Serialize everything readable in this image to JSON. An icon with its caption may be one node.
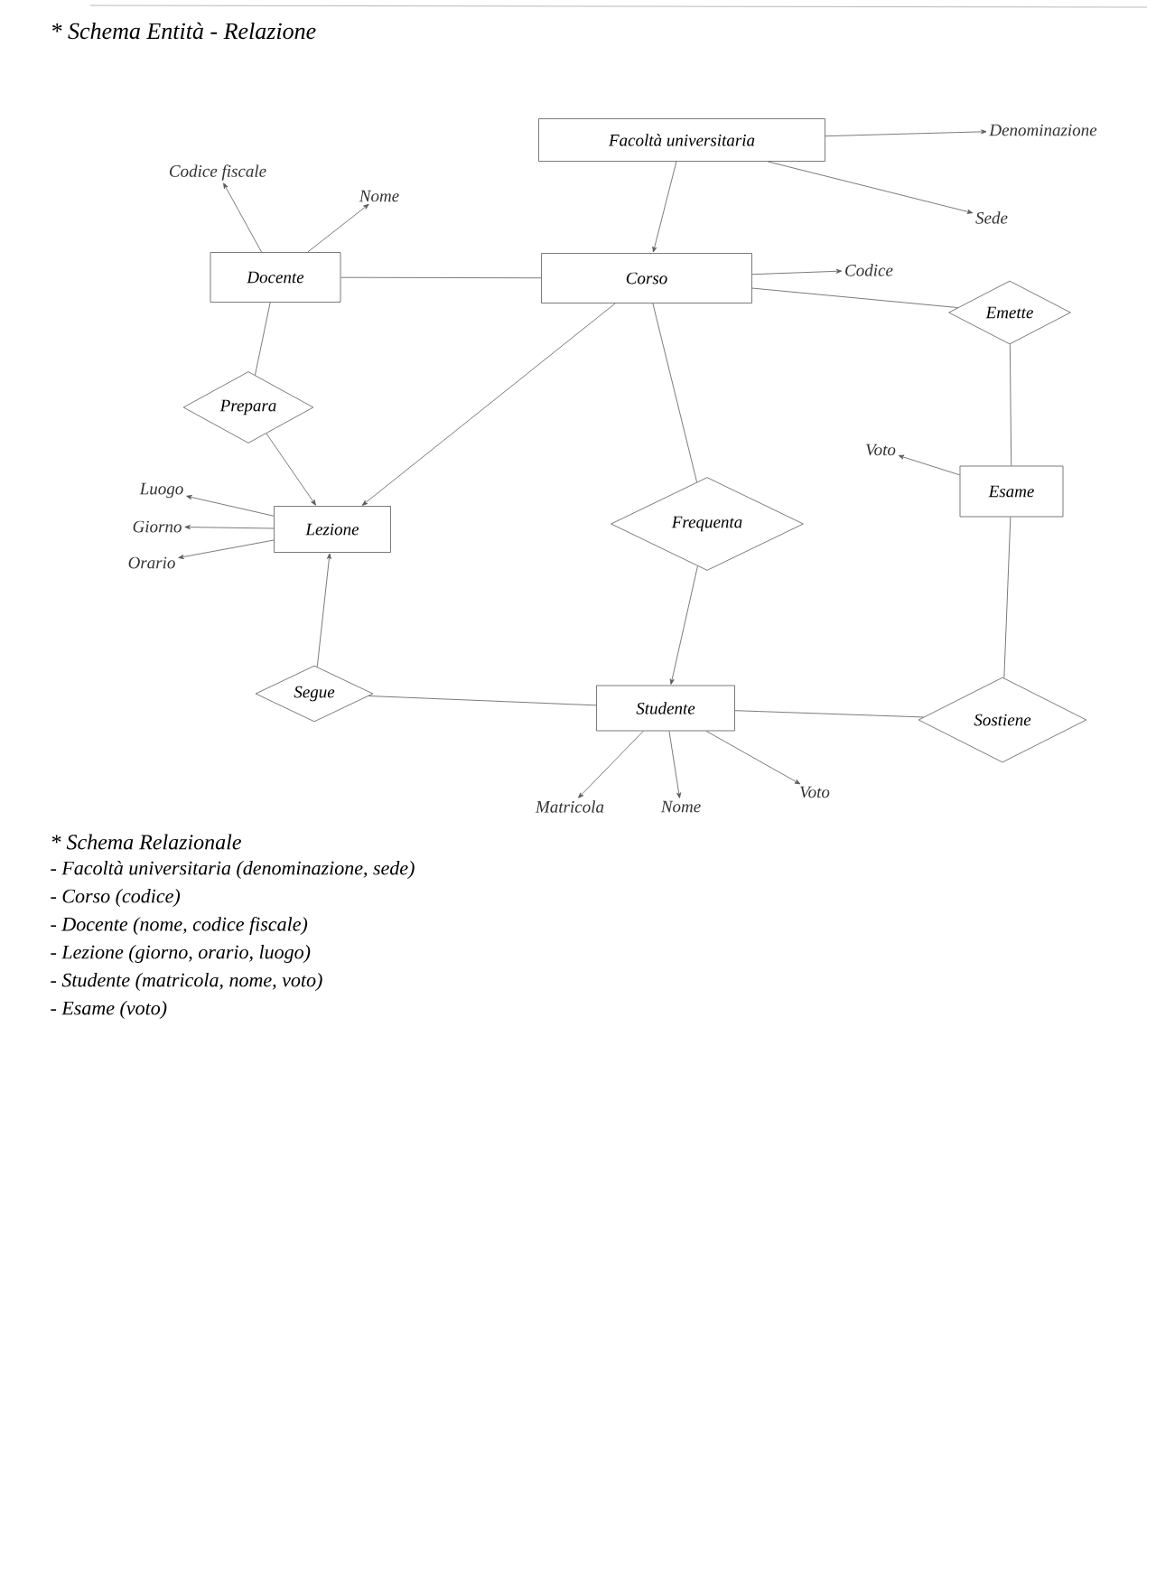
{
  "diagram": {
    "title": "* Schema Entità - Relazione",
    "nodes": [
      {
        "text": [
          "Facoltà universitaria"
        ]
      },
      {
        "text": [
          "Docente"
        ]
      },
      {
        "text": [
          "Corso"
        ]
      },
      {
        "text": [
          "Prepara"
        ]
      },
      {
        "text": [
          "Emette"
        ]
      },
      {
        "text": [
          "Lezione"
        ]
      },
      {
        "text": [
          "Frequenta"
        ]
      },
      {
        "text": [
          "Esame"
        ]
      },
      {
        "text": [
          "Segue"
        ]
      },
      {
        "text": [
          "Studente"
        ]
      },
      {
        "text": [
          "Sostiene"
        ]
      },
      {
        "text": [
          "Codice fiscale"
        ]
      },
      {
        "text": [
          "Nome"
        ]
      },
      {
        "text": [
          "Denominazione"
        ]
      },
      {
        "text": [
          "Sede"
        ]
      },
      {
        "text": [
          "Codice"
        ]
      },
      {
        "text": [
          "Luogo"
        ]
      },
      {
        "text": [
          "Giorno"
        ]
      },
      {
        "text": [
          "Orario"
        ]
      },
      {
        "text": [
          "Voto"
        ]
      },
      {
        "text": [
          "Matricola"
        ]
      },
      {
        "text": [
          "Nome"
        ]
      },
      {
        "text": [
          "Voto"
        ]
      }
    ],
    "edges": [
      {
        "from": 0,
        "to": 2,
        "arrow": "to"
      },
      {
        "from": 1,
        "to": 2,
        "arrow": "none"
      },
      {
        "from": 1,
        "to": 3,
        "arrow": "none"
      },
      {
        "from": 3,
        "to": 5,
        "arrow": "to"
      },
      {
        "from": 2,
        "to": 5,
        "arrow": "to"
      },
      {
        "from": 2,
        "to": 6,
        "arrow": "none"
      },
      {
        "from": 6,
        "to": 9,
        "arrow": "to"
      },
      {
        "from": 2,
        "to": 4,
        "arrow": "none"
      },
      {
        "from": 4,
        "to": 7,
        "arrow": "none"
      },
      {
        "from": 8,
        "to": 5,
        "arrow": "to"
      },
      {
        "from": 8,
        "to": 9,
        "arrow": "none"
      },
      {
        "from": 9,
        "to": 10,
        "arrow": "none"
      },
      {
        "from": 10,
        "to": 7,
        "arrow": "none"
      },
      {
        "from": 1,
        "to": 11,
        "arrow": "to"
      },
      {
        "from": 1,
        "to": 12,
        "arrow": "to"
      },
      {
        "from": 0,
        "to": 13,
        "arrow": "to"
      },
      {
        "from": 0,
        "to": 14,
        "arrow": "to"
      },
      {
        "from": 2,
        "to": 15,
        "arrow": "to"
      },
      {
        "from": 5,
        "to": 16,
        "arrow": "to"
      },
      {
        "from": 5,
        "to": 17,
        "arrow": "to"
      },
      {
        "from": 5,
        "to": 18,
        "arrow": "to"
      },
      {
        "from": 7,
        "to": 19,
        "arrow": "to"
      },
      {
        "from": 9,
        "to": 20,
        "arrow": "to"
      },
      {
        "from": 9,
        "to": 21,
        "arrow": "to"
      },
      {
        "from": 9,
        "to": 22,
        "arrow": "to"
      }
    ],
    "labels": [
      "* Schema Relazionale",
      "- Facoltà universitaria (denominazione, sede)",
      "- Corso (codice)",
      "- Docente (nome, codice fiscale)",
      "- Lezione (giorno, orario, luogo)",
      "- Studente (matricola, nome, voto)",
      "- Esame (voto)"
    ]
  }
}
